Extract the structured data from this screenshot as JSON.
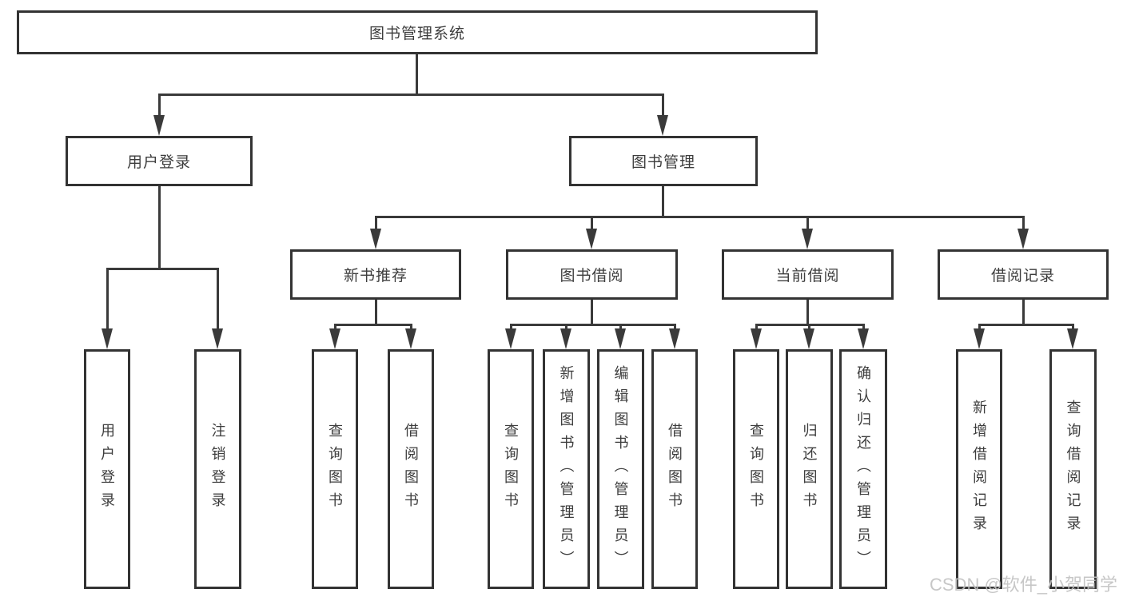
{
  "diagram": {
    "root": {
      "label": "图书管理系统"
    },
    "level2": [
      {
        "label": "用户登录",
        "children": [
          "用户登录",
          "注销登录"
        ]
      },
      {
        "label": "图书管理"
      }
    ],
    "level3": [
      {
        "label": "新书推荐",
        "children": [
          "查询图书",
          "借阅图书"
        ]
      },
      {
        "label": "图书借阅",
        "children": [
          "查询图书",
          "新增图书（管理员）",
          "编辑图书（管理员）",
          "借阅图书"
        ]
      },
      {
        "label": "当前借阅",
        "children": [
          "查询图书",
          "归还图书",
          "确认归还（管理员）"
        ]
      },
      {
        "label": "借阅记录",
        "children": [
          "新增借阅记录",
          "查询借阅记录"
        ]
      }
    ],
    "watermark": "CSDN @软件_小贺同学",
    "colors": {
      "line": "#3a3a3a",
      "text": "#3d3d3d",
      "box_background": "#ffffff",
      "watermark": "#c2c2c2"
    }
  }
}
